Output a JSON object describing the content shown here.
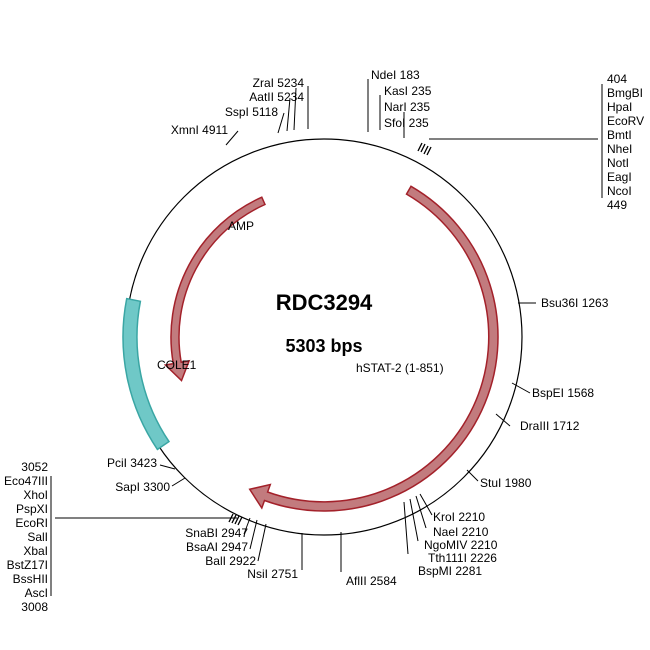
{
  "plasmid": {
    "name": "RDC3294",
    "size_label": "5303 bps",
    "length": 5303
  },
  "colors": {
    "backbone": "#000000",
    "arrow_fill": "#c27b7e",
    "arrow_stroke": "#a3212a",
    "ori_fill": "#6fc8c7",
    "ori_stroke": "#3aa6a4"
  },
  "features": [
    {
      "name": "AMP",
      "type": "arrow",
      "direction": "reverse"
    },
    {
      "name": "hSTAT-2 (1-851)",
      "type": "arrow",
      "direction": "forward"
    },
    {
      "name": "COLE1",
      "type": "box"
    }
  ],
  "sites": [
    {
      "label": "NdeI 183"
    },
    {
      "label": "KasI 235"
    },
    {
      "label": "NarI 235"
    },
    {
      "label": "SfoI 235"
    },
    {
      "label": "Bsu36I 1263"
    },
    {
      "label": "BspEI 1568"
    },
    {
      "label": "DraIII 1712"
    },
    {
      "label": "StuI 1980"
    },
    {
      "label": "KroI 2210"
    },
    {
      "label": "NaeI 2210"
    },
    {
      "label": "NgoMIV 2210"
    },
    {
      "label": "Tth111I 2226"
    },
    {
      "label": "BspMI 2281"
    },
    {
      "label": "AflII 2584"
    },
    {
      "label": "NsiI 2751"
    },
    {
      "label": "BalI 2922"
    },
    {
      "label": "BsaAI 2947"
    },
    {
      "label": "SnaBI 2947"
    },
    {
      "label": "SapI 3300"
    },
    {
      "label": "PciI 3423"
    },
    {
      "label": "XmnI 4911"
    },
    {
      "label": "SspI 5118"
    },
    {
      "label": "AatII 5234"
    },
    {
      "label": "ZraI 5234"
    }
  ],
  "mcs_right": [
    "404",
    "BmgBI",
    "HpaI",
    "EcoRV",
    "BmtI",
    "NheI",
    "NotI",
    "EagI",
    "NcoI",
    "449"
  ],
  "mcs_left": [
    "3052",
    "Eco47III",
    "XhoI",
    "PspXI",
    "EcoRI",
    "SalI",
    "XbaI",
    "BstZ17I",
    "BssHII",
    "AscI",
    "3008"
  ]
}
